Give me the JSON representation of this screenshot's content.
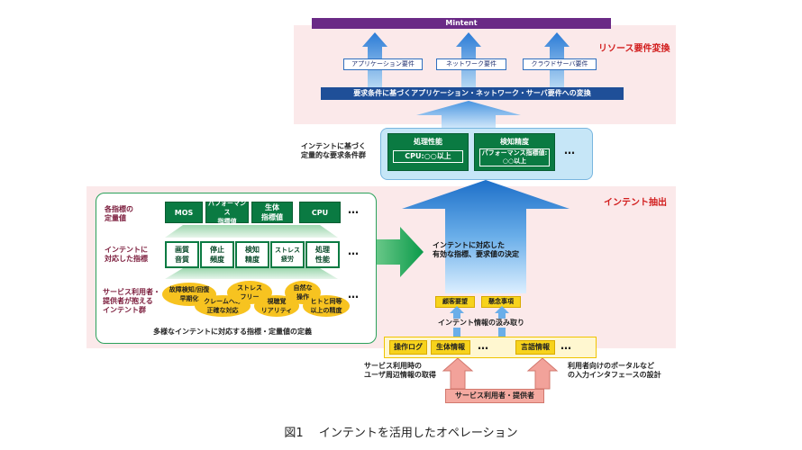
{
  "resource": {
    "section_label": "リソース要件変換",
    "mintent": "Mintent",
    "app_req": "アプリケーション要件",
    "net_req": "ネットワーク要件",
    "cloud_req": "クラウドサーバ要件",
    "conversion_bar": "要求条件に基づくアプリケーション・ネットワーク・サーバ要件への変換"
  },
  "requirements": {
    "label_line1": "インテントに基づく",
    "label_line2": "定量的な要求条件群",
    "processing": "処理性能",
    "processing_value": "CPU:○○以上",
    "detection": "検知精度",
    "detection_value_line1": "パフォーマンス指標値:",
    "detection_value_line2": "○○以上",
    "dots": "…"
  },
  "intent": {
    "section_label": "インテント抽出",
    "arrow_text_line1": "インテントに対応した",
    "arrow_text_line2": "有効な指標、要求値の決定",
    "customer_req": "顧客要望",
    "concerns": "懸念事項",
    "capture": "インテント情報の汲み取り"
  },
  "left_panel": {
    "row1_label_line1": "各指標の",
    "row1_label_line2": "定量値",
    "row1_items": [
      {
        "line1": "MOS",
        "line2": ""
      },
      {
        "line1": "パフォーマンス",
        "line2": "指標値"
      },
      {
        "line1": "生体",
        "line2": "指標値"
      },
      {
        "line1": "CPU",
        "line2": ""
      }
    ],
    "row2_label_line1": "インテントに",
    "row2_label_line2": "対応した指標",
    "row2_items": [
      {
        "line1": "画質",
        "line2": "音質"
      },
      {
        "line1": "停止",
        "line2": "頻度"
      },
      {
        "line1": "検知",
        "line2": "精度"
      },
      {
        "line1": "ストレス",
        "line2": "疲労"
      },
      {
        "line1": "処理",
        "line2": "性能"
      }
    ],
    "row3_label_line1": "サービス利用者・",
    "row3_label_line2": "提供者が抱える",
    "row3_label_line3": "インテント群",
    "ovals": [
      {
        "line1": "故障検知/回復",
        "line2": "早期化"
      },
      {
        "line1": "クレームへの",
        "line2": "正確な対応"
      },
      {
        "line1": "ストレス",
        "line2": "フリー"
      },
      {
        "line1": "視聴覚",
        "line2": "リアリティ"
      },
      {
        "line1": "自然な",
        "line2": "操作"
      },
      {
        "line1": "ヒトと同等",
        "line2": "以上の精度"
      }
    ],
    "footer": "多様なインテントに対応する指標・定量値の定義",
    "dots": "…"
  },
  "bottom": {
    "op_log": "操作ログ",
    "bio_info": "生体情報",
    "speech_info": "言語情報",
    "dots": "…",
    "left_text_line1": "サービス利用時の",
    "left_text_line2": "ユーザ周辺情報の取得",
    "right_text_line1": "利用者向けのポータルなど",
    "right_text_line2": "の入力インタフェースの設計",
    "users": "サービス利用者・提供者"
  },
  "caption": "図1　 インテントを活用したオペレーション"
}
